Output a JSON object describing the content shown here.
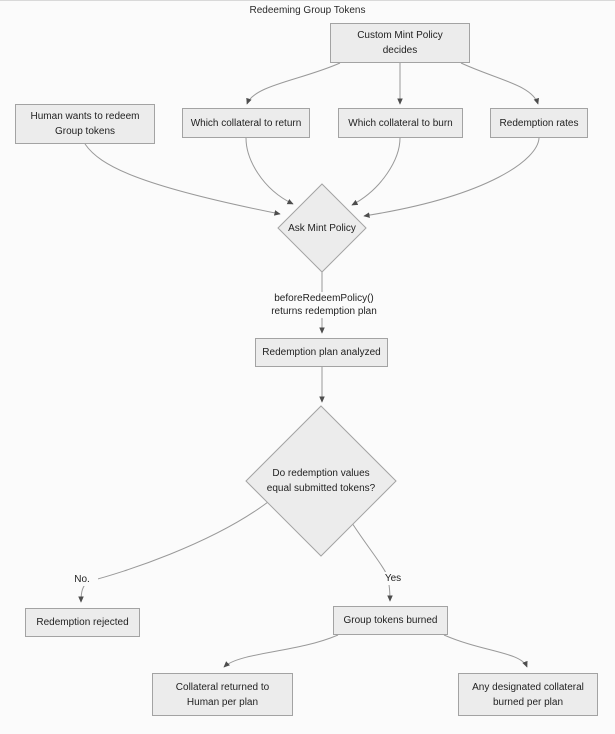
{
  "title": "Redeeming Group Tokens",
  "nodes": {
    "custom_mint_policy": {
      "label": "Custom Mint Policy\ndecides"
    },
    "human_redeem": {
      "label": "Human wants to redeem\nGroup tokens"
    },
    "which_return": {
      "label": "Which collateral to return"
    },
    "which_burn": {
      "label": "Which collateral to burn"
    },
    "redemption_rates": {
      "label": "Redemption rates"
    },
    "ask_mint_policy": {
      "label": "Ask Mint Policy"
    },
    "plan_analyzed": {
      "label": "Redemption plan analyzed"
    },
    "values_equal_decision": {
      "label": "Do redemption values\nequal submitted tokens?"
    },
    "redemption_rejected": {
      "label": "Redemption rejected"
    },
    "group_tokens_burned": {
      "label": "Group tokens burned"
    },
    "collateral_returned": {
      "label": "Collateral returned to\nHuman per plan"
    },
    "designated_burned": {
      "label": "Any designated collateral\nburned per plan"
    }
  },
  "edge_labels": {
    "before_redeem": "beforeRedeemPolicy()\nreturns redemption plan",
    "no": "No.",
    "yes": "Yes"
  },
  "colors": {
    "background": "#fbfbfb",
    "node_fill": "#ececec",
    "node_border": "#a3a3a3",
    "edge_line": "#999999",
    "arrowhead": "#4d4d4d",
    "text": "#1f1f1f"
  }
}
